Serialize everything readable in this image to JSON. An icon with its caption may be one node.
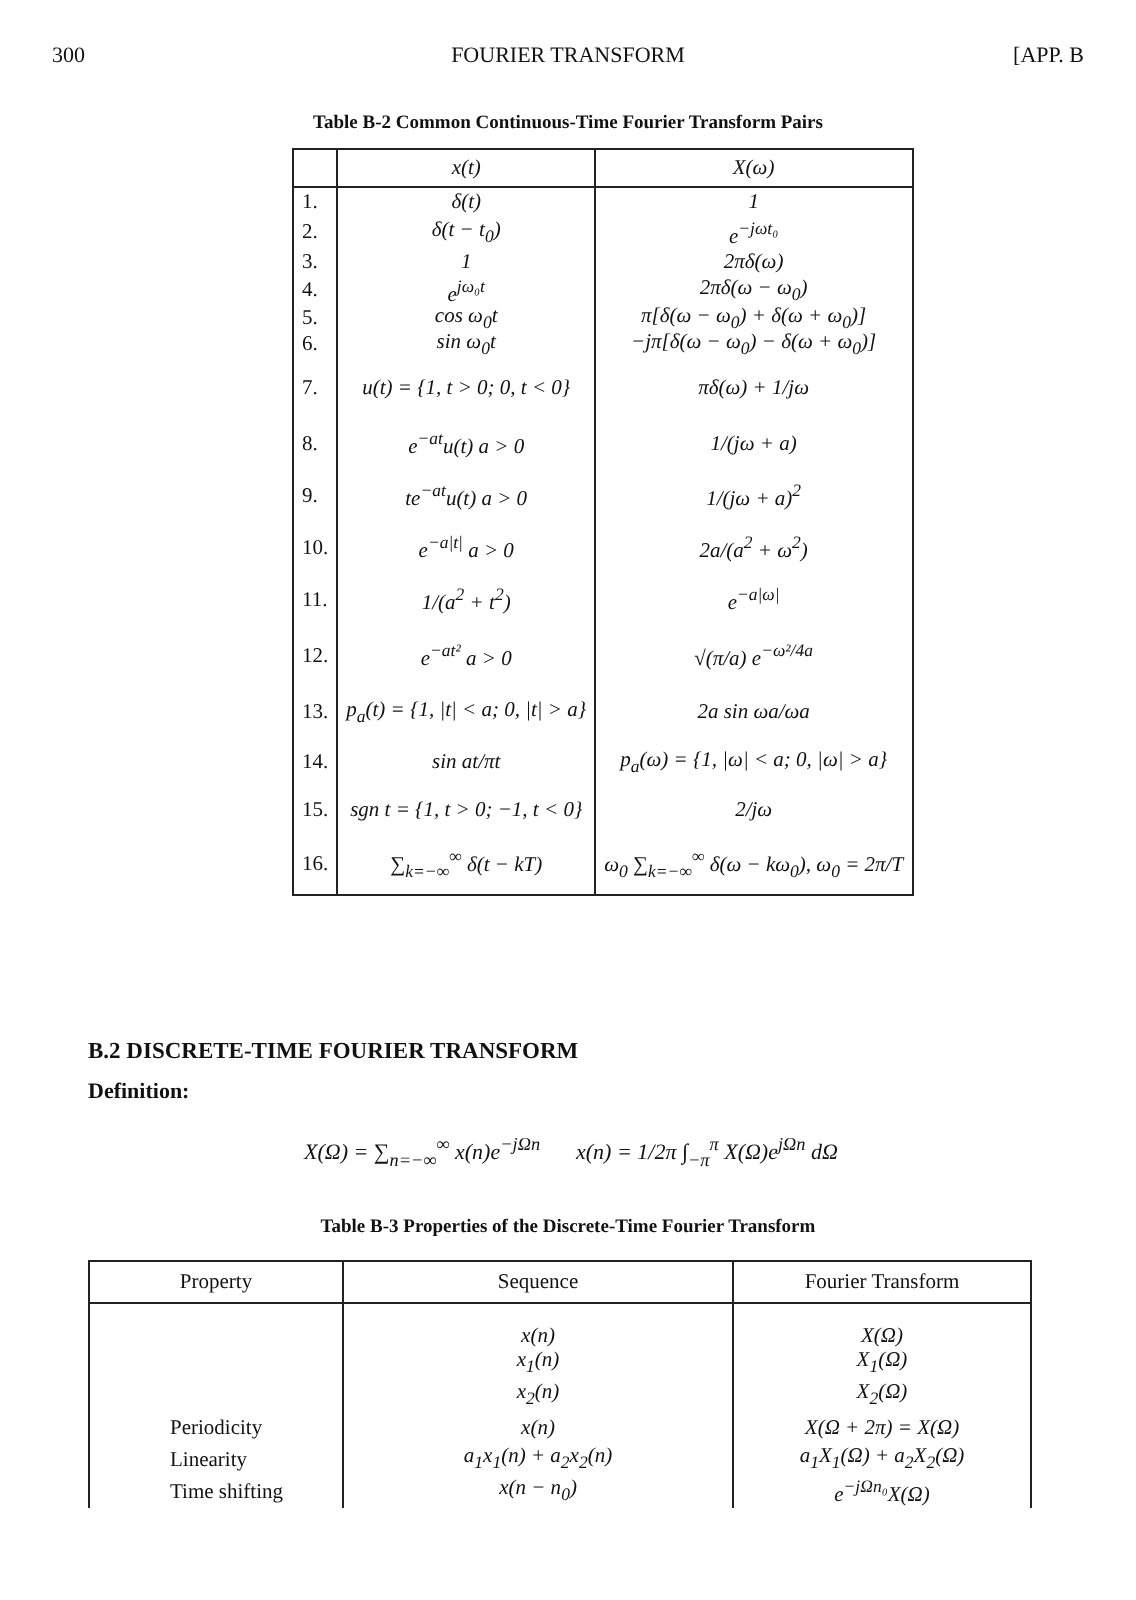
{
  "diagram": {
    "labels": [
      "300",
      "FOURIER TRANSFORM",
      "[APP. B",
      "Table B-2 Common Continuous-Time Fourier Transform Pairs",
      "x(t)",
      "X(ω)",
      "1.",
      "δ(t)",
      "1",
      "2.",
      "δ(t − t$_{0}$)",
      "e$^{−jωt₀}$",
      "3.",
      "1",
      "2πδ(ω)",
      "4.",
      "e$^{jω₀t}$",
      "2πδ(ω − ω$_{0}$)",
      "5.",
      "cos ω$_{0}$t",
      "π[δ(ω − ω$_{0}$) + δ(ω + ω$_{0}$)]",
      "6.",
      "sin ω$_{0}$t",
      "−jπ[δ(ω − ω$_{0}$) − δ(ω + ω$_{0}$)]",
      "7.",
      "u(t) = {1, t > 0; 0, t < 0}",
      "πδ(ω) + 1/jω",
      "8.",
      "e$^{−at}$u(t)   a > 0",
      "1/(jω + a)",
      "9.",
      "te$^{−at}$u(t)   a > 0",
      "1/(jω + a)$^{2}$",
      "10.",
      "e$^{−a|t|}$   a > 0",
      "2a/(a$^{2}$ + ω$^{2}$)",
      "11.",
      "1/(a$^{2}$ + t$^{2}$)",
      "e$^{−a|ω|}$",
      "12.",
      "e$^{−at²}$   a > 0",
      "√(π/a) e$^{−ω²/4a}$",
      "13.",
      "p$_{a}$(t) = {1, |t| < a; 0, |t| > a}",
      "2a sin ωa/ωa",
      "14.",
      "sin at/πt",
      "p$_{a}$(ω) = {1, |ω| < a; 0, |ω| > a}",
      "15.",
      "sgn t = {1, t > 0; −1, t < 0}",
      "2/jω",
      "16.",
      "∑$_{k=−∞}$$^{∞}$ δ(t − kT)",
      "ω$_{0}$ ∑$_{k=−∞}$$^{∞}$ δ(ω − kω$_{0}$), ω$_{0}$ = 2π/T",
      "B.2 DISCRETE-TIME FOURIER TRANSFORM",
      "Definition:",
      "X(Ω) = ∑$_{n=−∞}$$^{∞}$ x(n)e$^{−jΩn}$",
      "x(n) = 1/2π ∫$_{−π}$$^{π}$ X(Ω)e$^{jΩn}$ dΩ",
      "Table B-3 Properties of the Discrete-Time Fourier Transform",
      "Property",
      "Sequence",
      "Fourier Transform",
      "x(n)",
      "X(Ω)",
      "x$_{1}$(n)",
      "X$_{1}$(Ω)",
      "x$_{2}$(n)",
      "X$_{2}$(Ω)",
      "Periodicity",
      "x(n)",
      "X(Ω + 2π) = X(Ω)",
      "Linearity",
      "a$_{1}$x$_{1}$(n) + a$_{2}$x$_{2}$(n)",
      "a$_{1}$X$_{1}$(Ω) + a$_{2}$X$_{2}$(Ω)",
      "Time shifting",
      "x(n − n$_{0}$)",
      "e$^{−jΩn₀}$X(Ω)"
    ]
  }
}
